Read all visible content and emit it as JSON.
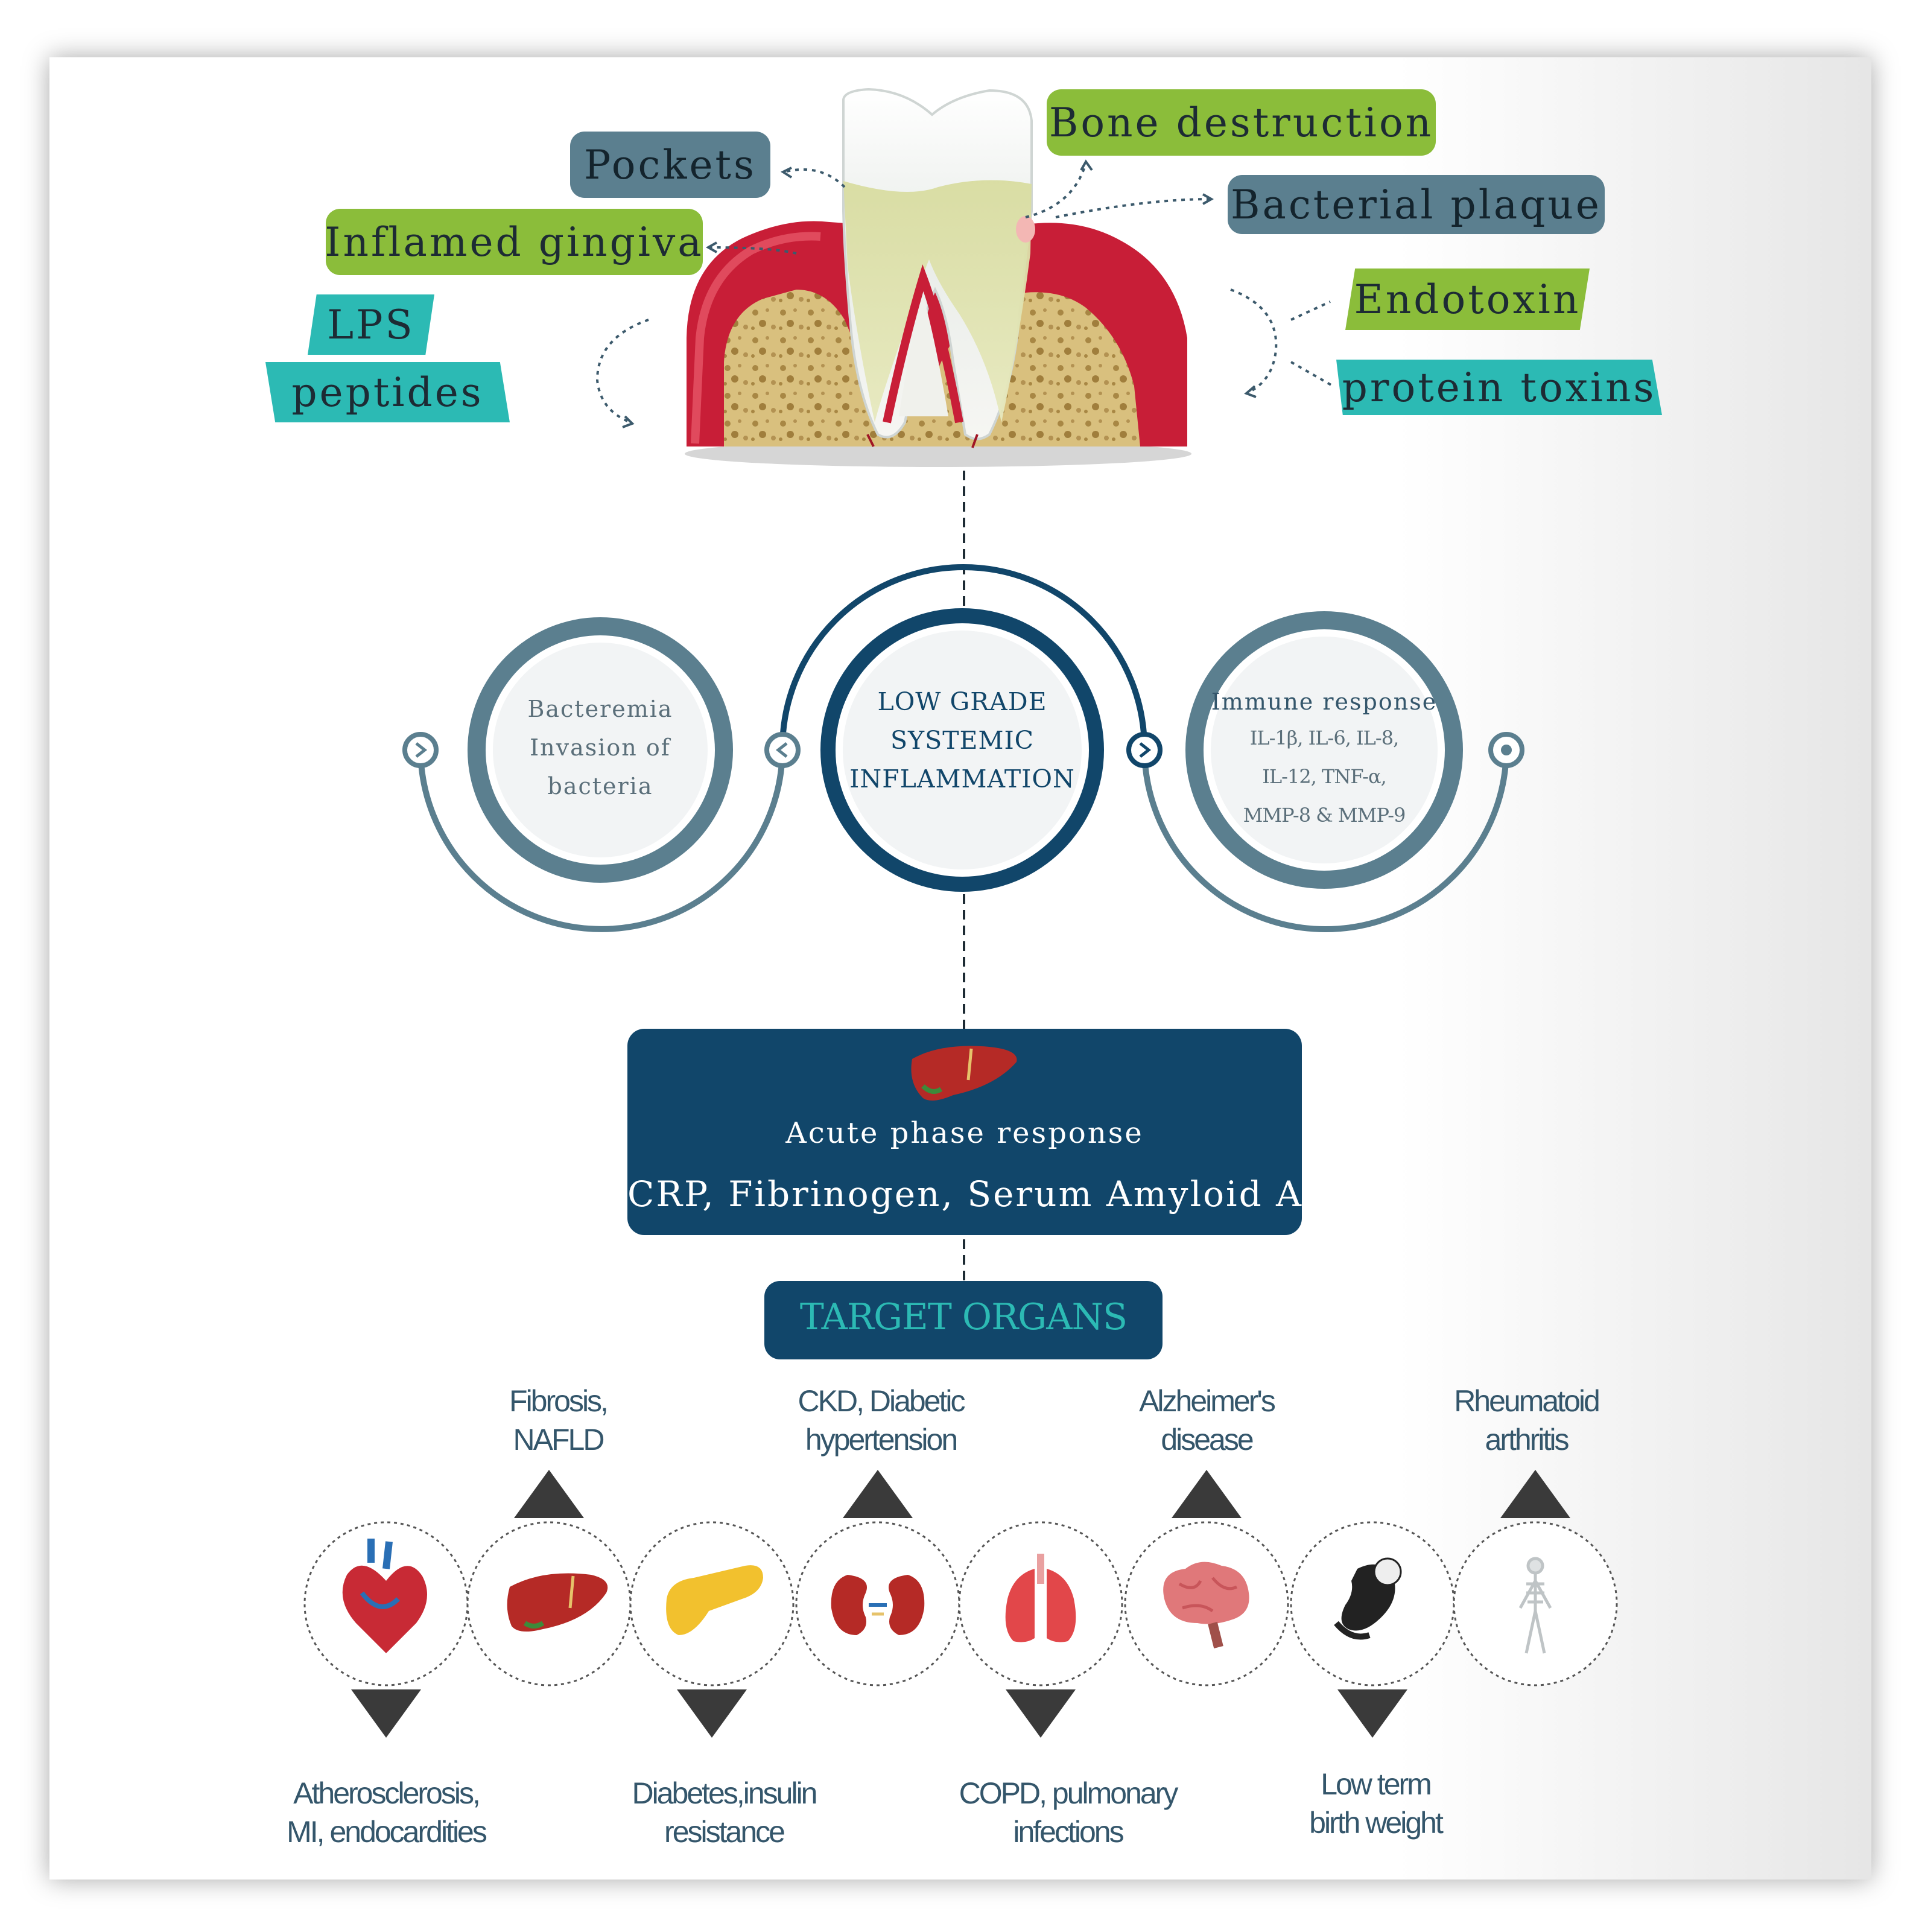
{
  "dental": {
    "pockets": "Pockets",
    "bone_destruction": "Bone destruction",
    "bacterial_plaque": "Bacterial plaque",
    "inflamed_gingiva": "Inflamed gingiva",
    "lps": "LPS",
    "peptides": "peptides",
    "endotoxin": "Endotoxin",
    "protein_toxins": "protein toxins"
  },
  "circles": {
    "left": [
      "Bacteremia",
      "Invasion of",
      "bacteria"
    ],
    "center": [
      "LOW GRADE",
      "SYSTEMIC",
      "INFLAMMATION"
    ],
    "right_title": "Immune response",
    "right_lines": [
      "IL-1β, IL-6, IL-8,",
      "IL-12, TNF-α,",
      "MMP-8 & MMP-9"
    ]
  },
  "acute": {
    "title": "Acute phase response",
    "markers": "CRP, Fibrinogen, Serum Amyloid A"
  },
  "target_organs_title": "TARGET ORGANS",
  "organs": [
    {
      "organ": "heart-icon",
      "label": [
        "Atherosclerosis,",
        "MI, endocardities"
      ],
      "position": "below"
    },
    {
      "organ": "liver-icon",
      "label": [
        "Fibrosis,",
        "NAFLD"
      ],
      "position": "above"
    },
    {
      "organ": "pancreas-icon",
      "label": [
        "Diabetes,insulin",
        "resistance"
      ],
      "position": "below"
    },
    {
      "organ": "kidneys-icon",
      "label": [
        "CKD, Diabetic",
        "hypertension"
      ],
      "position": "above"
    },
    {
      "organ": "lungs-icon",
      "label": [
        "COPD, pulmonary",
        "infections"
      ],
      "position": "below"
    },
    {
      "organ": "brain-icon",
      "label": [
        "Alzheimer's",
        "disease"
      ],
      "position": "above"
    },
    {
      "organ": "fetus-icon",
      "label": [
        "Low term",
        "birth weight"
      ],
      "position": "below"
    },
    {
      "organ": "skeleton-icon",
      "label": [
        "Rheumatoid",
        "arthritis"
      ],
      "position": "above"
    }
  ],
  "colors": {
    "navy": "#11466a",
    "slate": "#5b7f8f",
    "green": "#8bbd3a",
    "teal": "#2cbab4",
    "gum_red": "#c81e37",
    "bone": "#d8bf7c"
  }
}
